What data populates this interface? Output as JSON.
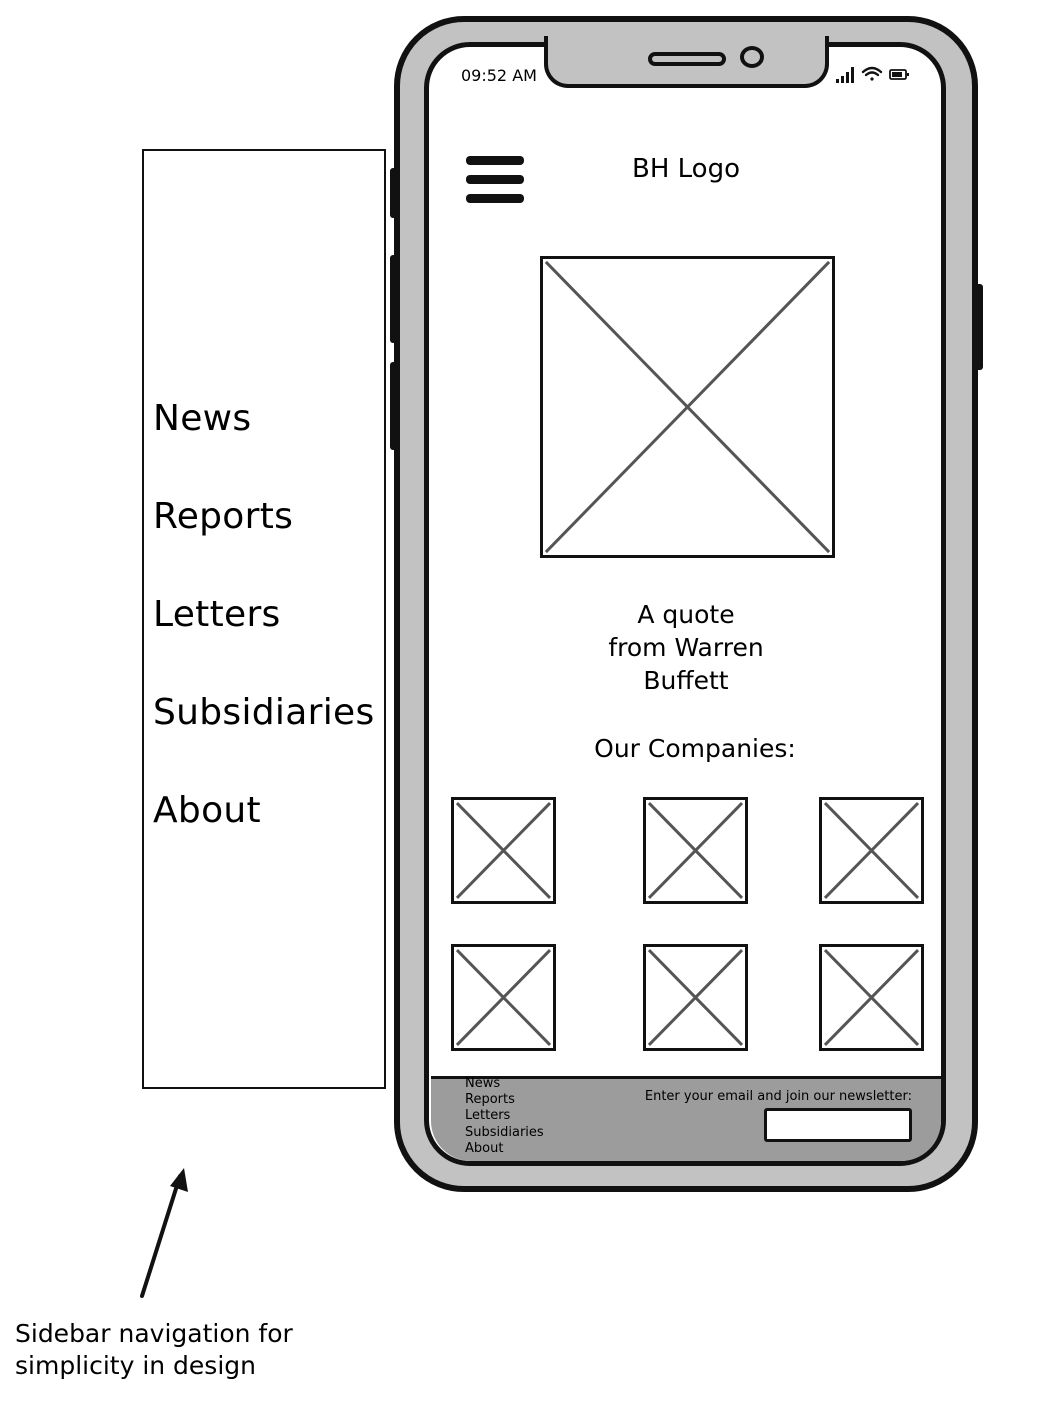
{
  "sidebar": {
    "items": [
      {
        "label": "News"
      },
      {
        "label": "Reports"
      },
      {
        "label": "Letters"
      },
      {
        "label": "Subsidiaries"
      },
      {
        "label": "About"
      }
    ]
  },
  "status_bar": {
    "time": "09:52 AM",
    "icons": [
      "signal-icon",
      "wifi-icon",
      "battery-icon"
    ]
  },
  "header": {
    "menu_icon": "hamburger-menu-icon",
    "logo": "BH Logo"
  },
  "hero": {
    "image_icon": "image-placeholder-icon",
    "quote": "A quote\nfrom Warren\nBuffett"
  },
  "companies": {
    "title": "Our Companies:",
    "count": 6
  },
  "footer": {
    "links": [
      "News",
      "Reports",
      "Letters",
      "Subsidiaries",
      "About"
    ],
    "newsletter_label": "Enter your email and join our newsletter:",
    "newsletter_value": ""
  },
  "annotation": {
    "text": "Sidebar navigation for\nsimplicity in design"
  },
  "colors": {
    "phone_frame": "#c2c2c2",
    "footer_bg": "#9c9c9c",
    "outline": "#111111",
    "placeholder_cross": "#555555"
  }
}
